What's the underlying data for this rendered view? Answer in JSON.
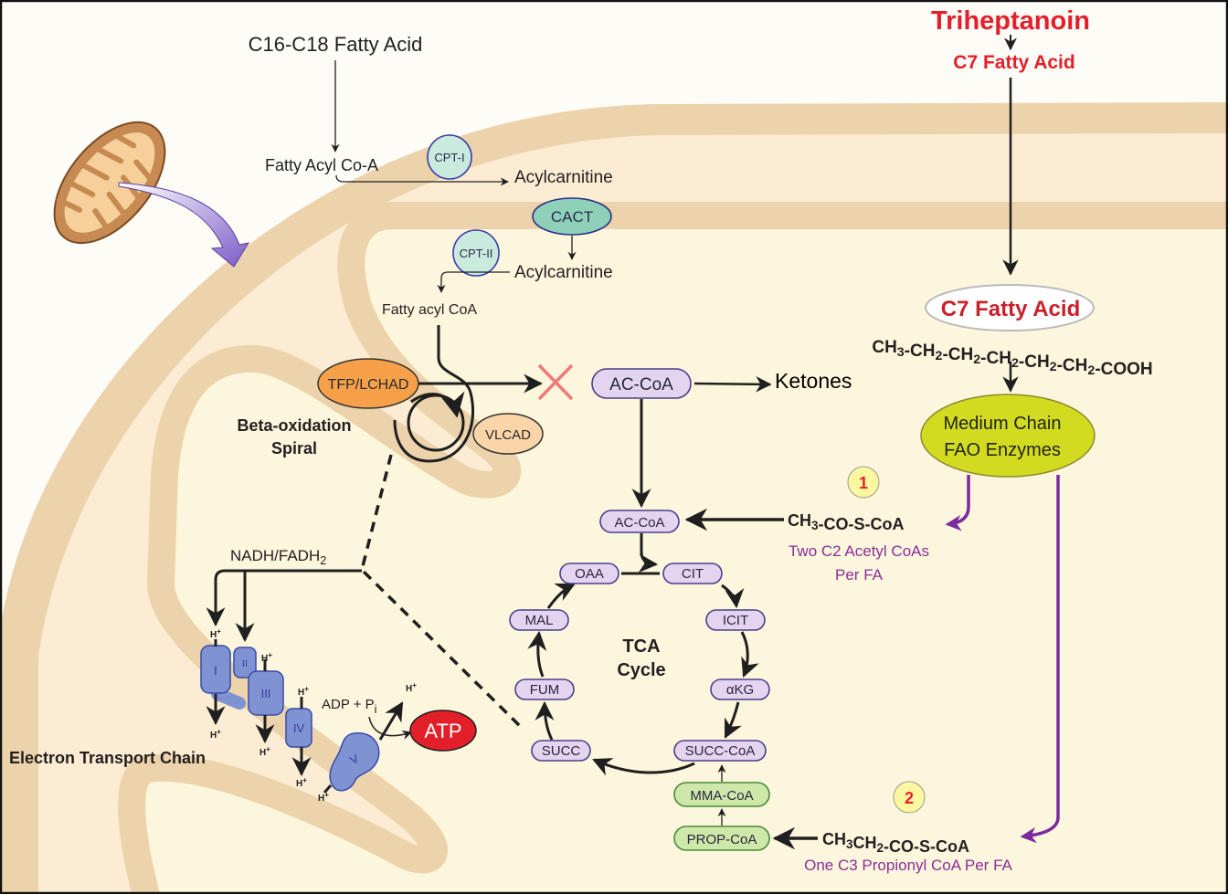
{
  "colors": {
    "outer_membrane": "#ecd3ab",
    "intermembrane": "#fbecd3",
    "matrix": "#fcf6dd",
    "triheptanoin_red": "#e3202a",
    "purple_text": "#8b2d9a",
    "etc_complex": "#7f93d2",
    "atp": "#e3202a",
    "medium_chain": "#d3db20",
    "tca_node": "#e4d4f0",
    "green_node": "#cde8a8"
  },
  "inputs": {
    "long_chain": "C16-C18 Fatty Acid",
    "triheptanoin": "Triheptanoin",
    "c7_top": "C7 Fatty Acid"
  },
  "carnitine_shuttle": {
    "fatty_acyl_coa_outer": "Fatty Acyl Co-A",
    "cpt1": "CPT-I",
    "acylcarnitine_1": "Acylcarnitine",
    "cact": "CACT",
    "cpt2": "CPT-II",
    "acylcarnitine_2": "Acylcarnitine",
    "fatty_acyl_coa_inner": "Fatty acyl CoA"
  },
  "beta_oxidation": {
    "tfp": "TFP/LCHAD",
    "vlcad": "VLCAD",
    "label_line1": "Beta-oxidation",
    "label_line2": "Spiral",
    "blocked_icon": "red-x-icon",
    "ac_coa": "AC-CoA",
    "ketones": "Ketones"
  },
  "etc": {
    "nadh": "NADH/FADH2",
    "complexes": [
      "I",
      "II",
      "III",
      "IV",
      "V"
    ],
    "proton": "H+",
    "adp": "ADP + Pi",
    "atp": "ATP",
    "label": "Electron Transport Chain"
  },
  "tca": {
    "title_line1": "TCA",
    "title_line2": "Cycle",
    "entry": "AC-CoA",
    "nodes": [
      "OAA",
      "CIT",
      "ICIT",
      "αKG",
      "SUCC-CoA",
      "SUCC",
      "FUM",
      "MAL"
    ],
    "mma_coa": "MMA-CoA",
    "prop_coa": "PROP-CoA"
  },
  "c7_path": {
    "c7_label": "C7 Fatty Acid",
    "formula": "CH3-CH2-CH2-CH2-CH2-CH2-COOH",
    "enzymes_line1": "Medium Chain",
    "enzymes_line2": "FAO Enzymes",
    "product1_num": "1",
    "product1": "CH3-CO-S-CoA",
    "product1_note_line1": "Two C2 Acetyl CoAs",
    "product1_note_line2": "Per FA",
    "product2_num": "2",
    "product2": "CH3CH2-CO-S-CoA",
    "product2_note": "One C3 Propionyl CoA Per FA"
  }
}
